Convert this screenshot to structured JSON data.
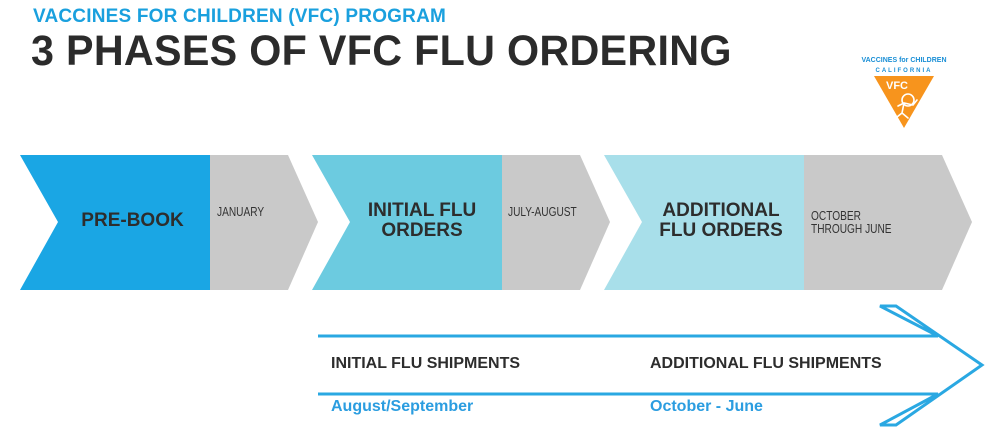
{
  "header": {
    "program": "VACCINES FOR CHILDREN (VFC) PROGRAM",
    "title": "3 PHASES OF VFC FLU ORDERING"
  },
  "logo": {
    "top_text": "VACCINES for CHILDREN",
    "state_text": "CALIFORNIA",
    "badge_text": "VFC",
    "colors": {
      "triangle": "#f7941d",
      "text": "#1a8fd6"
    }
  },
  "phases": [
    {
      "label_line1": "PRE-BOOK",
      "label_line2": "",
      "date_line1": "JANUARY",
      "date_line2": "",
      "color": "#1aa6e4"
    },
    {
      "label_line1": "INITIAL FLU",
      "label_line2": "ORDERS",
      "date_line1": "JULY-AUGUST",
      "date_line2": "",
      "color": "#6ccbe0"
    },
    {
      "label_line1": "ADDITIONAL",
      "label_line2": "FLU ORDERS",
      "date_line1": "OCTOBER",
      "date_line2": "THROUGH JUNE",
      "color": "#a8dfea"
    }
  ],
  "date_segment_color": "#c9c9c9",
  "shipments": {
    "initial": {
      "label": "INITIAL FLU SHIPMENTS",
      "dates": "August/September"
    },
    "additional": {
      "label": "ADDITIONAL FLU SHIPMENTS",
      "dates": "October - June"
    },
    "arrow_color": "#2aa8e2"
  }
}
